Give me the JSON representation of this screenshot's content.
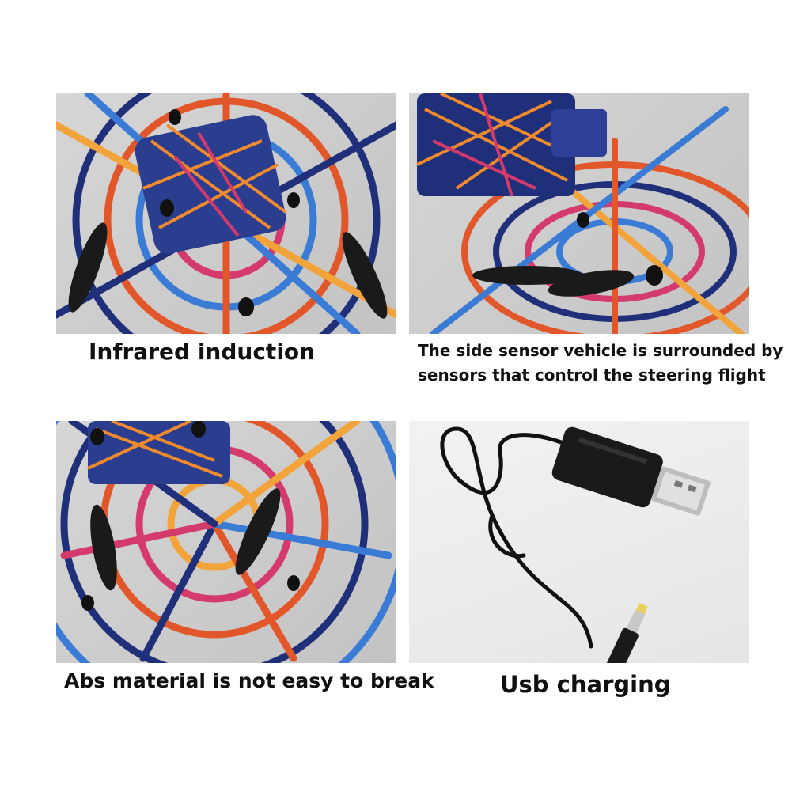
{
  "panels": [
    {
      "caption": "Infrared induction"
    },
    {
      "caption_line1": "The side sensor vehicle is surrounded by",
      "caption_line2": "sensors that control the steering flight"
    },
    {
      "caption": "Abs material is not easy to break"
    },
    {
      "caption": "Usb charging"
    }
  ],
  "palette": {
    "frame_colors": [
      "#1f2f7a",
      "#e2572a",
      "#f2a33a",
      "#d43a6b",
      "#3a7bd5",
      "#222222"
    ],
    "cable": "#111111",
    "usb_plug": "#1a1a1a",
    "usb_metal": "#bdbdbd",
    "dc_tip": "#e8d05a"
  }
}
